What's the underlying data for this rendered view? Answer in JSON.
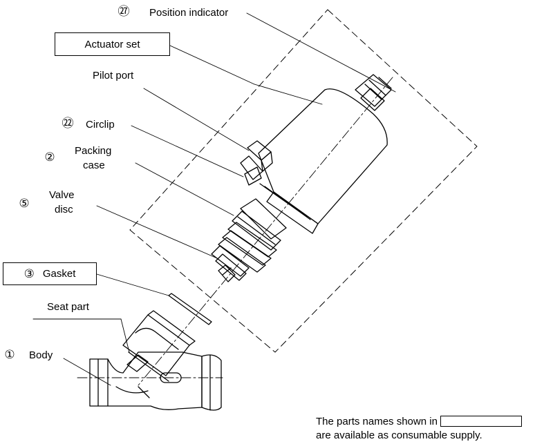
{
  "labels": {
    "position_indicator": {
      "num": "㉗",
      "text": "Position indicator"
    },
    "actuator_set": {
      "text": "Actuator set"
    },
    "pilot_port": {
      "text": "Pilot port"
    },
    "circlip": {
      "num": "㉒",
      "text": "Circlip"
    },
    "packing_case": {
      "num": "②",
      "line1": "Packing",
      "line2": "case"
    },
    "valve_disc": {
      "num": "⑤",
      "line1": "Valve",
      "line2": "disc"
    },
    "gasket": {
      "num": "③",
      "text": "Gasket"
    },
    "seat_part": {
      "text": "Seat part"
    },
    "body": {
      "num": "①",
      "text": "Body"
    }
  },
  "footnote": {
    "line1": "The parts names shown in",
    "line2": "are available as consumable supply."
  }
}
